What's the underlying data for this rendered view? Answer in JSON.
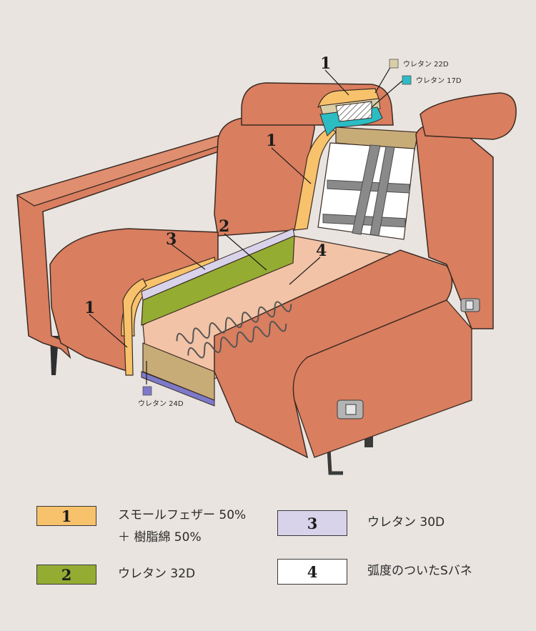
{
  "callouts": {
    "headrest": "1",
    "back": "1",
    "seat_front": "1",
    "seat_urethane": "2",
    "seat_layer": "3",
    "spring": "4"
  },
  "small_labels": {
    "urethane_22d": "ウレタン 22D",
    "urethane_17d": "ウレタン 17D",
    "urethane_24d": "ウレタン 24D"
  },
  "legend": [
    {
      "num": "1",
      "lines": [
        "スモールフェザー 50%",
        "＋ 樹脂綿 50%"
      ],
      "color": "#f7c26b"
    },
    {
      "num": "2",
      "lines": [
        "ウレタン 32D"
      ],
      "color": "#95ac33"
    },
    {
      "num": "3",
      "lines": [
        "ウレタン 30D"
      ],
      "color": "#d8d3ea"
    },
    {
      "num": "4",
      "lines": [
        "弧度のついたSバネ"
      ],
      "color": "#ffffff"
    }
  ],
  "colors": {
    "background": "#e9e4e0",
    "upholstery": "#d97e5f",
    "feather": "#f7c26b",
    "urethane32": "#95ac33",
    "urethane30": "#d8d3ea",
    "urethane22": "#d8cfa8",
    "urethane17": "#2bbcc4",
    "urethane24": "#7d7ac9",
    "frame": "#c8ac78",
    "webbing": "#8a8a8a"
  }
}
